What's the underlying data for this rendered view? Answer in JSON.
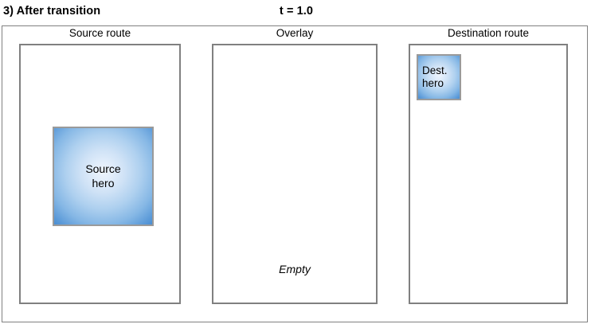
{
  "header": {
    "step_title": "3) After transition",
    "time_label": "t = 1.0"
  },
  "columns": {
    "source": {
      "label": "Source route",
      "hero": {
        "name": "source-hero",
        "text": "Source\nhero",
        "visible": true
      }
    },
    "overlay": {
      "label": "Overlay",
      "empty_note": "Empty",
      "hero": {
        "name": "overlay-hero",
        "text": "",
        "visible": false
      }
    },
    "destination": {
      "label": "Destination route",
      "hero": {
        "name": "destination-hero",
        "text": "Dest.\nhero",
        "visible": true
      }
    }
  },
  "colors": {
    "frame_border": "#808080",
    "panel_border": "#808080",
    "hero_border": "#9a9a9a",
    "hero_gradient_center": "#eef4fc",
    "hero_gradient_edge": "#4a8ed2",
    "text": "#000000",
    "background": "#ffffff"
  }
}
